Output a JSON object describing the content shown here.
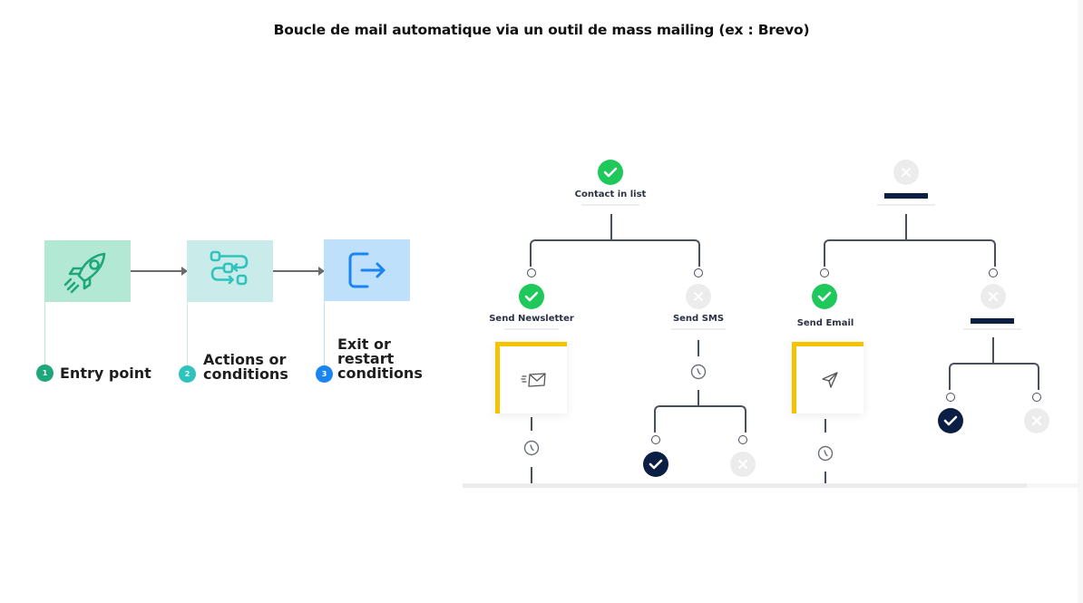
{
  "title": "Boucle de mail automatique via un outil de mass mailing (ex : Brevo)",
  "steps": [
    {
      "number": "1",
      "label": "Entry point",
      "icon": "rocket-icon",
      "box_color": "#b3e8d5",
      "icon_color": "#1ea77a",
      "badge_color": "#1ea77a",
      "line_color": "#b3e8d5"
    },
    {
      "number": "2",
      "label": "Actions or\nconditions",
      "icon": "workflow-icon",
      "box_color": "#c9ecea",
      "icon_color": "#2ec3bd",
      "badge_color": "#2ec3bd",
      "line_color": "#c9ecea"
    },
    {
      "number": "3",
      "label": "Exit or\nrestart\nconditions",
      "icon": "exit-icon",
      "box_color": "#bfe0fb",
      "icon_color": "#1a84f0",
      "badge_color": "#1a84f0",
      "line_color": "#bfe0fb"
    }
  ],
  "workflow": {
    "colors": {
      "success": "#1ec85a",
      "navy": "#0b1f45",
      "inactive": "#ececec",
      "card_accent": "#f5c400",
      "line": "#4a4f5c"
    },
    "tree_a": {
      "root": {
        "label": "Contact in list",
        "status": "success"
      },
      "branches": [
        {
          "label": "Send Newsletter",
          "status": "success",
          "card_icon": "mail-icon"
        },
        {
          "label": "Send SMS",
          "status": "inactive",
          "children": [
            {
              "status": "navy-check"
            },
            {
              "status": "inactive"
            }
          ]
        }
      ]
    },
    "tree_b": {
      "root": {
        "label": "",
        "status": "inactive"
      },
      "branches": [
        {
          "label": "Send Email",
          "status": "success",
          "card_icon": "send-icon"
        },
        {
          "label": "",
          "status": "inactive",
          "children": [
            {
              "status": "navy-check"
            },
            {
              "status": "inactive"
            }
          ]
        }
      ]
    }
  }
}
